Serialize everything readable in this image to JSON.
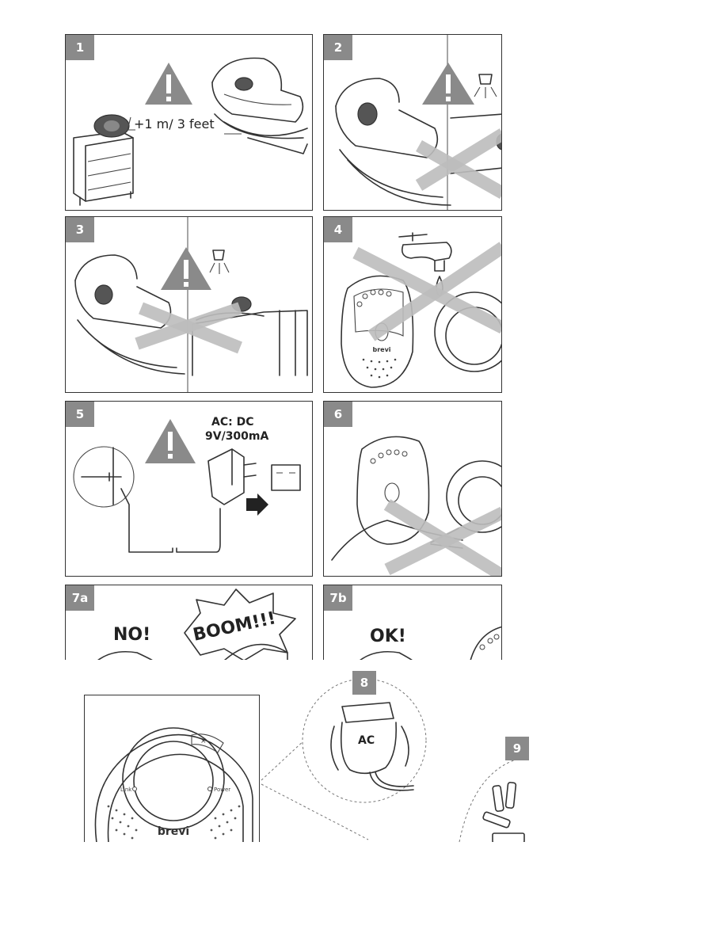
{
  "panels": {
    "p1": {
      "number": "1",
      "distance_label": "+1 m/ 3 feet"
    },
    "p2": {
      "number": "2"
    },
    "p3": {
      "number": "3"
    },
    "p4": {
      "number": "4"
    },
    "p5": {
      "number": "5",
      "power_label_line1": "AC: DC",
      "power_label_line2": "9V/300mA"
    },
    "p6": {
      "number": "6"
    },
    "p7a": {
      "number": "7a",
      "no_text": "NO!",
      "boom_text": "BOOM!!!"
    },
    "p7b": {
      "number": "7b",
      "ok_text": "OK!"
    },
    "p8": {
      "number": "8",
      "adapter_label": "AC"
    },
    "p9": {
      "number": "9"
    }
  },
  "device": {
    "brand": "brevi",
    "link_label": "Link",
    "power_label": "Power"
  },
  "icons": [
    "warning-icon",
    "lamp-icon",
    "water-tap-icon",
    "arrow-right-icon",
    "plug-icon",
    "battery-icon"
  ]
}
